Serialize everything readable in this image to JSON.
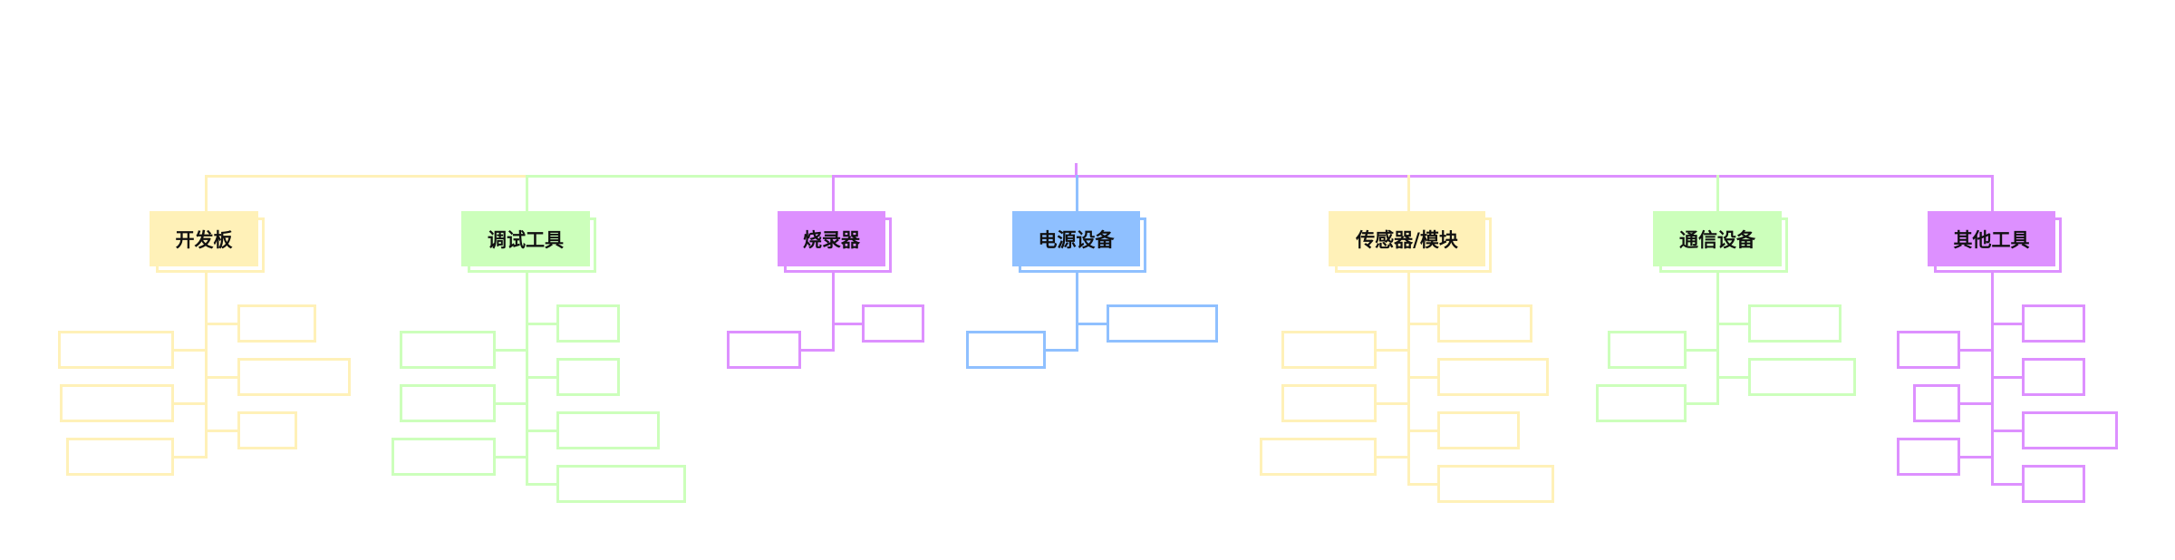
{
  "root": {
    "label": "",
    "color": "#DD90FF"
  },
  "categories": [
    {
      "id": "dev-board",
      "label": "开发板",
      "color": "#FFF1B8",
      "right_children": 3,
      "left_children": 3,
      "right_leaves": [
        "",
        "",
        ""
      ],
      "left_leaves": [
        "",
        "",
        ""
      ]
    },
    {
      "id": "debug-tools",
      "label": "调试工具",
      "color": "#CCFFBB",
      "right_leaves": [
        "",
        "",
        "",
        ""
      ],
      "left_leaves": [
        "",
        "",
        ""
      ]
    },
    {
      "id": "programmer",
      "label": "烧录器",
      "color": "#DD90FF",
      "right_leaves": [
        ""
      ],
      "left_leaves": [
        ""
      ]
    },
    {
      "id": "power-equipment",
      "label": "电源设备",
      "color": "#8FC0FF",
      "right_leaves": [
        ""
      ],
      "left_leaves": [
        ""
      ]
    },
    {
      "id": "sensor-module",
      "label": "传感器/模块",
      "color": "#FFF1B8",
      "right_leaves": [
        "",
        "",
        "",
        ""
      ],
      "left_leaves": [
        "",
        "",
        ""
      ]
    },
    {
      "id": "comm-equipment",
      "label": "通信设备",
      "color": "#CCFFBB",
      "right_leaves": [
        "",
        ""
      ],
      "left_leaves": [
        "",
        ""
      ]
    },
    {
      "id": "other-tools",
      "label": "其他工具",
      "color": "#DD90FF",
      "right_leaves": [
        "",
        "",
        "",
        ""
      ],
      "left_leaves": [
        "",
        "",
        ""
      ]
    }
  ]
}
